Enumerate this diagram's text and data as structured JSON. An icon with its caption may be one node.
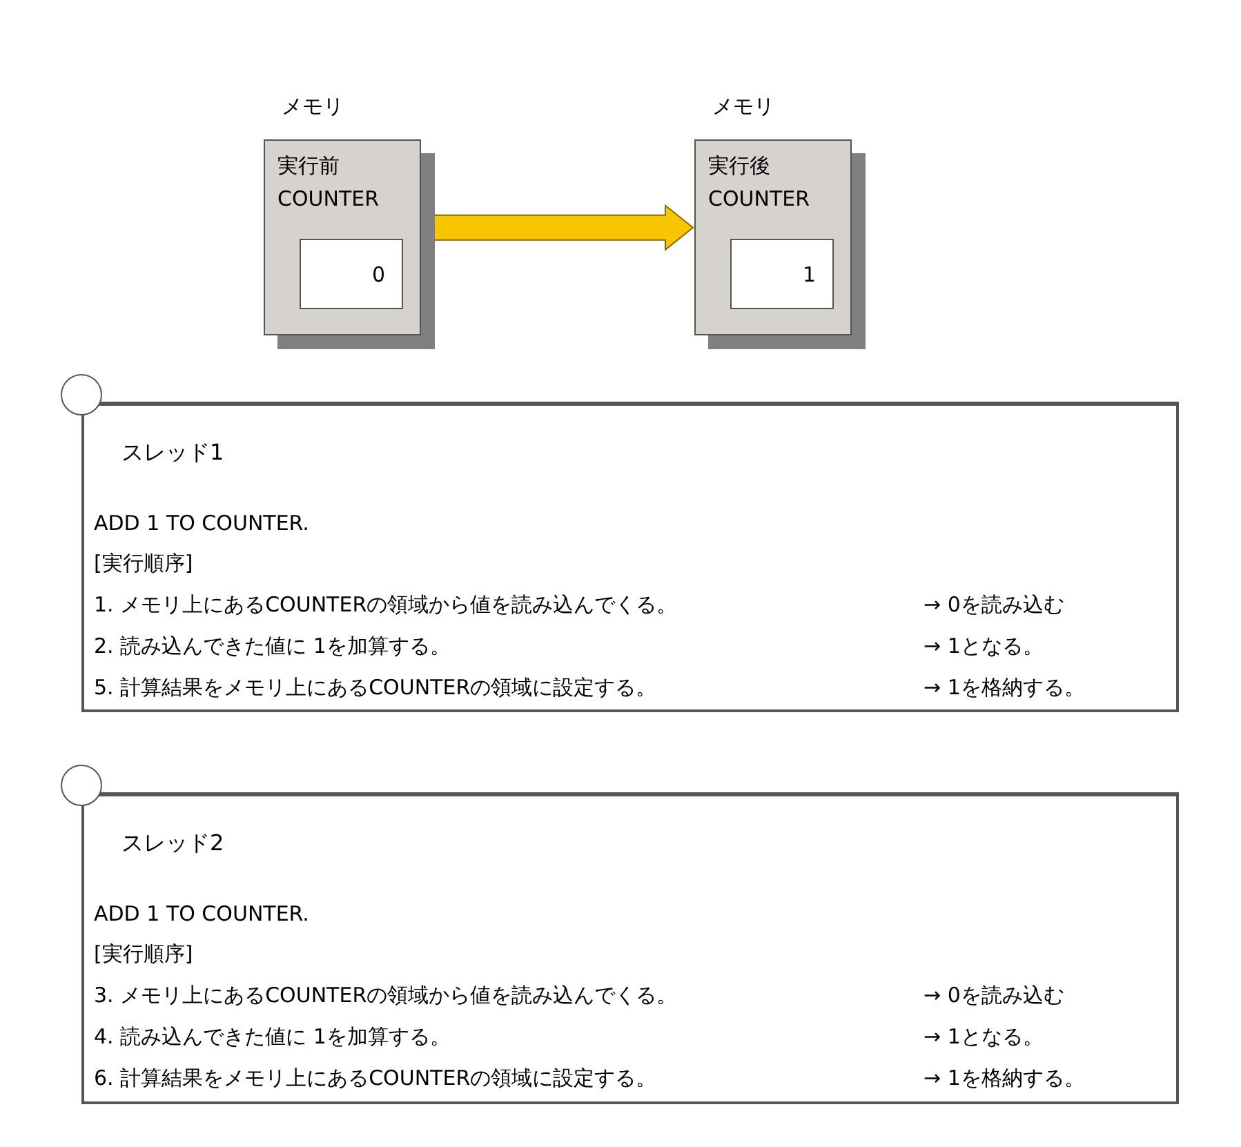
{
  "diagram": {
    "nodes": [
      {
        "text": [
          "メモリ",
          "実行前",
          "COUNTER"
        ]
      },
      {
        "text": [
          "0"
        ],
        "in": 0
      },
      {
        "text": [
          "メモリ",
          "実行後",
          "COUNTER"
        ]
      },
      {
        "text": [
          "1"
        ],
        "in": 2
      },
      {
        "text": [
          "スレッド1",
          "ADD 1 TO COUNTER.",
          "[実行順序]",
          "1. メモリ上にあるCOUNTERの領域から値を読み込んでくる。",
          "→ 0を読み込む",
          "2. 読み込んできた値に 1を加算する。",
          "→ 1となる。",
          "5. 計算結果をメモリ上にあるCOUNTERの領域に設定する。",
          "→ 1を格納する。"
        ]
      },
      {
        "text": [
          "スレッド2",
          "ADD 1 TO COUNTER.",
          "[実行順序]",
          "3. メモリ上にあるCOUNTERの領域から値を読み込んでくる。",
          "→ 0を読み込む",
          "4. 読み込んできた値に 1を加算する。",
          "→ 1となる。",
          "6. 計算結果をメモリ上にあるCOUNTERの領域に設定する。",
          "→ 1を格納する。"
        ]
      }
    ],
    "edges": [
      {
        "from": 0,
        "to": 2,
        "arrow": "to",
        "style": "thick",
        "color": "#f7c600"
      }
    ]
  }
}
